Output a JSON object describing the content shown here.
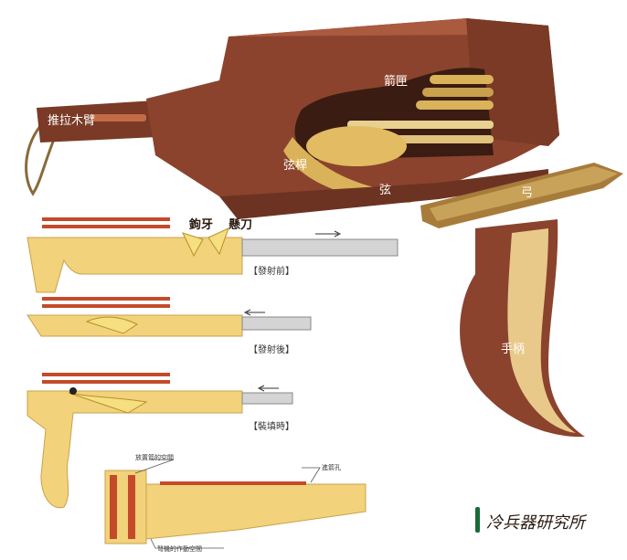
{
  "labels": {
    "magazine": "箭匣",
    "push_arm": "推拉木臂",
    "string_lever": "弦桿",
    "string": "弦",
    "bow": "弓",
    "handle": "手柄",
    "hook_tooth": "鉤牙",
    "hanging_blade": "懸刀",
    "before_firing": "【發射前】",
    "after_firing": "【發射後】",
    "loading": "【裝填時】",
    "arrow_space": "放置箭的空間",
    "arrow_hole": "進箭孔",
    "mechanism_space": "弩機的作動空間"
  },
  "watermark": "冷兵器研究所",
  "colors": {
    "wood_dark": "#7a3a26",
    "wood_mid": "#9a4f35",
    "wood_light": "#e8c98a",
    "brass": "#d9b25a",
    "bolt": "#c44a2a",
    "steel": "#c9c9c9"
  }
}
